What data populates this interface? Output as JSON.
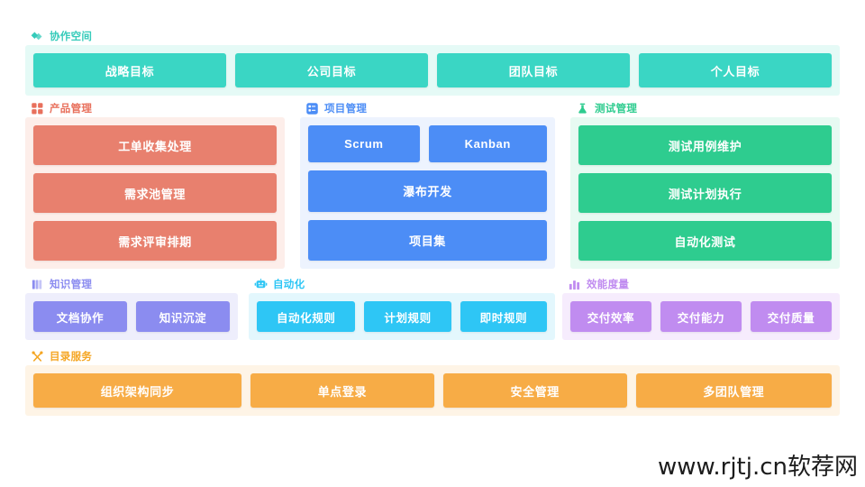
{
  "watermark": "www.rjtj.cn软荐网",
  "sections": [
    {
      "key": "collaboration",
      "title": "协作空间",
      "icon": "diamonds-icon",
      "theme": "teal",
      "tiles": [
        "战略目标",
        "公司目标",
        "团队目标",
        "个人目标"
      ]
    },
    {
      "key": "product",
      "title": "产品管理",
      "icon": "grid-squares-icon",
      "theme": "red",
      "tiles": [
        "工单收集处理",
        "需求池管理",
        "需求评审排期"
      ]
    },
    {
      "key": "project",
      "title": "项目管理",
      "icon": "board-list-icon",
      "theme": "blue",
      "tiles": [
        "Scrum",
        "Kanban",
        "瀑布开发",
        "项目集"
      ]
    },
    {
      "key": "testing",
      "title": "测试管理",
      "icon": "flask-icon",
      "theme": "green",
      "tiles": [
        "测试用例维护",
        "测试计划执行",
        "自动化测试"
      ]
    },
    {
      "key": "knowledge",
      "title": "知识管理",
      "icon": "books-icon",
      "theme": "purple",
      "tiles": [
        "文档协作",
        "知识沉淀"
      ]
    },
    {
      "key": "automation",
      "title": "自动化",
      "icon": "robot-icon",
      "theme": "cyan",
      "tiles": [
        "自动化规则",
        "计划规则",
        "即时规则"
      ]
    },
    {
      "key": "metrics",
      "title": "效能度量",
      "icon": "bar-chart-icon",
      "theme": "violet",
      "tiles": [
        "交付效率",
        "交付能力",
        "交付质量"
      ]
    },
    {
      "key": "directory",
      "title": "目录服务",
      "icon": "crossed-tools-icon",
      "theme": "orange",
      "tiles": [
        "组织架构同步",
        "单点登录",
        "安全管理",
        "多团队管理"
      ]
    }
  ]
}
